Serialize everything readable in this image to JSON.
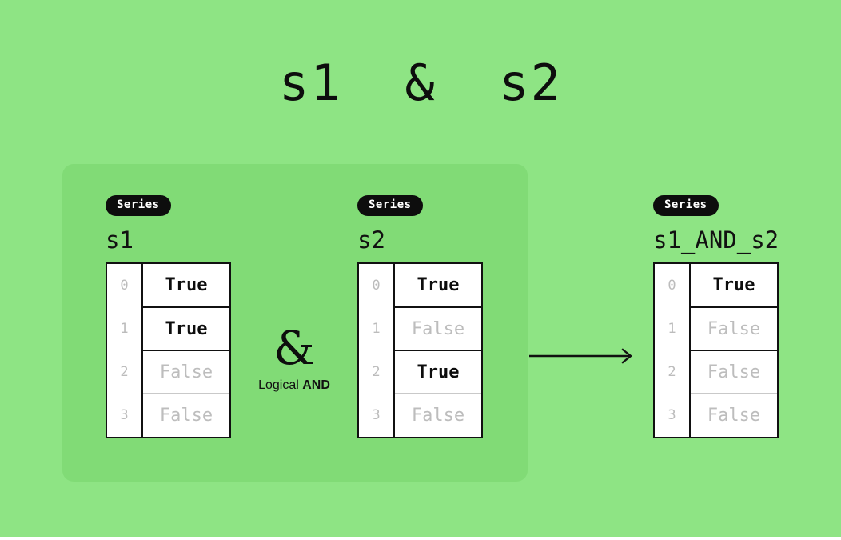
{
  "title": "s1  &  s2",
  "colors": {
    "background": "#8ee484",
    "panel": "#81db76",
    "ink": "#0d0d0d",
    "muted": "#bdbdbd",
    "badge_bg": "#0d0d0d",
    "badge_fg": "#ffffff",
    "cell_bg": "#ffffff"
  },
  "operator": {
    "symbol": "&",
    "caption_prefix": "Logical ",
    "caption_emphasis": "AND"
  },
  "arrow": {
    "label": "result-arrow"
  },
  "series": [
    {
      "badge": "Series",
      "name": "s1",
      "index": [
        "0",
        "1",
        "2",
        "3"
      ],
      "values": [
        "True",
        "True",
        "False",
        "False"
      ]
    },
    {
      "badge": "Series",
      "name": "s2",
      "index": [
        "0",
        "1",
        "2",
        "3"
      ],
      "values": [
        "True",
        "False",
        "True",
        "False"
      ]
    },
    {
      "badge": "Series",
      "name": "s1_AND_s2",
      "index": [
        "0",
        "1",
        "2",
        "3"
      ],
      "values": [
        "True",
        "False",
        "False",
        "False"
      ]
    }
  ]
}
